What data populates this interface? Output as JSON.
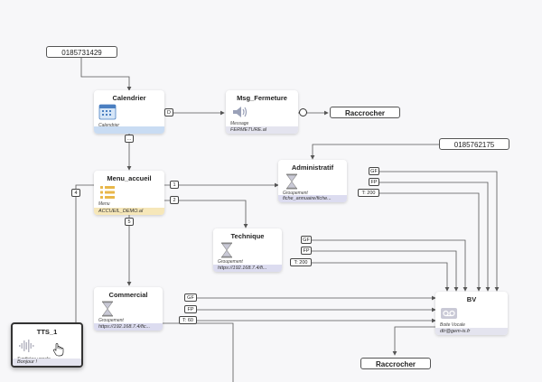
{
  "phones": {
    "top": "0185731429",
    "right": "0185762175"
  },
  "nodes": {
    "calendrier": {
      "title": "Calendrier",
      "type": "Calendrier",
      "foot": ""
    },
    "msg_fermeture": {
      "title": "Msg_Fermeture",
      "type": "Message",
      "foot": "FERMETURE.al"
    },
    "raccrocher_top": {
      "title": "Raccrocher"
    },
    "menu_accueil": {
      "title": "Menu_accueil",
      "type": "Menu",
      "foot": "ACCUEIL_DEMO.al"
    },
    "administratif": {
      "title": "Administratif",
      "type": "Groupement",
      "foot": "fiche_annuaire/fiche..."
    },
    "technique": {
      "title": "Technique",
      "type": "Groupement",
      "foot": "https://192.168.7.4/fi..."
    },
    "commercial": {
      "title": "Commercial",
      "type": "Groupement",
      "foot": "https://192.168.7.4/fic..."
    },
    "tts": {
      "title": "TTS_1",
      "type": "Synthèse vocale",
      "foot": "Bonjour !"
    },
    "bv": {
      "title": "BV",
      "type": "Boite Vocale",
      "foot": "dtr@gem-is.fr"
    },
    "raccrocher_bottom": {
      "title": "Raccrocher"
    }
  },
  "edge_labels": {
    "cal_d": "D",
    "cal_dots": "...",
    "menu_1": "1",
    "menu_2": "2",
    "menu_4": "4",
    "menu_5": "5"
  },
  "group_tags": {
    "gf": "GF",
    "fp": "FP",
    "admin_timeout": "T: 200",
    "tech_timeout": "T: 200",
    "com_timeout": "T: 60"
  },
  "colors": {
    "calendar_bar": "#c9dcf3",
    "menu_bar": "#f6e7b9",
    "group_bar": "#dcdcf0",
    "message_bar": "#e4e4ef",
    "edge": "#555555"
  }
}
